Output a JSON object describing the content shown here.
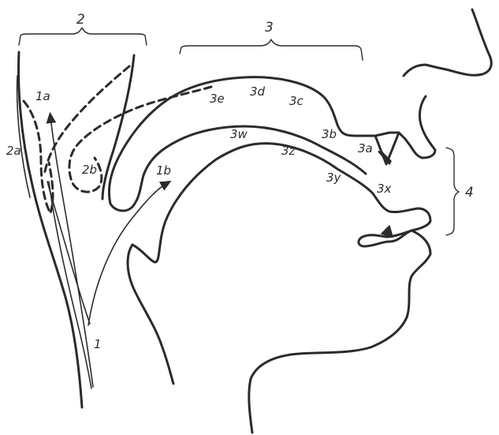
{
  "labels": {
    "group_2": "2",
    "group_3": "3",
    "group_4": "4",
    "l1": "1",
    "l1a": "1a",
    "l1b": "1b",
    "l2a": "2a",
    "l2b": "2b",
    "l3a": "3a",
    "l3b": "3b",
    "l3c": "3c",
    "l3d": "3d",
    "l3e": "3e",
    "l3w": "3w",
    "l3x": "3x",
    "l3y": "3y",
    "l3z": "3z"
  },
  "colors": {
    "ink": "#2b2b2b",
    "background": "#ffffff"
  }
}
